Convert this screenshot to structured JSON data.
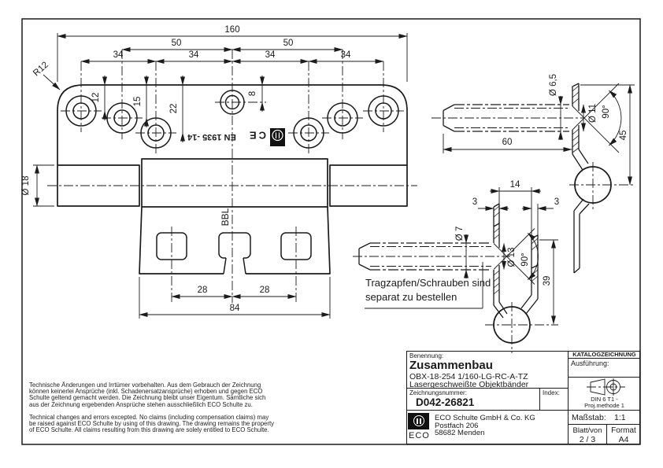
{
  "main_view": {
    "r12": "R12",
    "d160": "160",
    "d50a": "50",
    "d50b": "50",
    "d34a": "34",
    "d34b": "34",
    "d34c": "34",
    "d34d": "34",
    "d12": "12",
    "d15": "15",
    "d22": "22",
    "d8": "8",
    "d18": "Ø 18",
    "d28a": "28",
    "d28b": "28",
    "d84": "84",
    "bbl": "BBL",
    "en_mark": "EN 1935 -14",
    "ce_mark": "CE"
  },
  "pin_top": {
    "d65": "Ø 6,5",
    "d11": "Ø 11",
    "a90": "90°",
    "d60": "60",
    "d45": "45"
  },
  "pin_bottom": {
    "d7": "Ø 7",
    "d13": "Ø 13",
    "a90": "90°",
    "d14": "14",
    "d3a": "3",
    "d3b": "3",
    "d39": "39"
  },
  "note": {
    "line1": "Tragzapfen/Schrauben sind",
    "line2": "separat zu bestellen"
  },
  "disclaimer": {
    "german": "Technische Änderungen und Irrtümer vorbehalten. Aus dem Gebrauch der Zeichnung\nkönnen keinerlei Ansprüche (inkl. Schadenersatzansprüche) erhoben und gegen ECO\nSchulte geltend gemacht werden. Die Zeichnung bleibt unser Eigentum. Sämtliche sich\naus der Zeichnung ergebenden Ansprüche stehen ausschließlich ECO Schulte zu.",
    "english": "Technical changes and errors excepted. No claims (including compensation claims) may\nbe raised against ECO Schulte by using of this drawing. The drawing remains the property\nof ECO Schulte. All claims resulting from this drawing are solely entitled to ECO Schulte."
  },
  "title_block": {
    "benennung_label": "Benennung:",
    "title": "Zusammenbau",
    "subtitle1": "OBX-18-254 1/160-LG-RC-A-TZ",
    "subtitle2": "Lasergeschweißte Objektbänder",
    "zeichnungsnummer_label": "Zeichnungsnummer:",
    "drawing_number": "D042-26821",
    "index_label": "Index:",
    "katalog": "KATALOGZEICHNUNG",
    "ausfuehrung_label": "Ausführung:",
    "projection_line1": "DIN 6 T1 -",
    "projection_line2": "Proj.methode 1",
    "massstab_label": "Maßstab:",
    "massstab_value": "1:1",
    "blatt_label": "Blatt/von",
    "blatt_value": "2 / 3",
    "format_label": "Format",
    "format_value": "A4",
    "company_name": "ECO Schulte GmbH & Co. KG",
    "company_addr1": "Postfach 206",
    "company_addr2": "58682 Menden",
    "logo_text": "ECO"
  }
}
